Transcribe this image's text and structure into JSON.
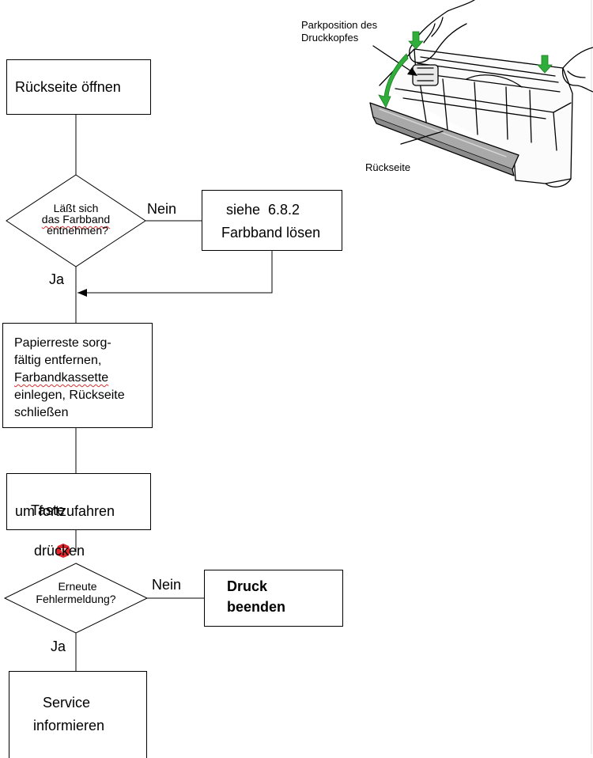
{
  "illustration": {
    "label_park_line1": "Parkposition des",
    "label_park_line2": "Druckkopfes",
    "label_back": "Rückseite"
  },
  "flow": {
    "step_open": "Rückseite öffnen",
    "decision1_line1": "Läßt sich",
    "decision1_line2": "das Farbband",
    "decision1_line3": "entnehmen?",
    "no_label_1": "Nein",
    "ref_line1": "siehe  6.8.2",
    "ref_line2": "Farbband lösen",
    "yes_label_1": "Ja",
    "clean_line1": "Papierreste sorg-",
    "clean_line2": "fältig entfernen,",
    "clean_line3": "Farbandkassette",
    "clean_line4": "einlegen, Rückseite",
    "clean_line5": "schließen",
    "press_line1a": "Taste",
    "press_line1b": "drücken",
    "press_line2": "um fortzufahren",
    "decision2_line1": "Erneute",
    "decision2_line2": "Fehlermeldung?",
    "no_label_2": "Nein",
    "end_line1": "Druck",
    "end_line2": "beenden",
    "yes_label_2": "Ja",
    "service_line1": "Service",
    "service_line2": "informieren"
  },
  "colors": {
    "arrow_green": "#2fae3a",
    "key_red": "#e0242a",
    "spell_underline": "#d23030"
  }
}
